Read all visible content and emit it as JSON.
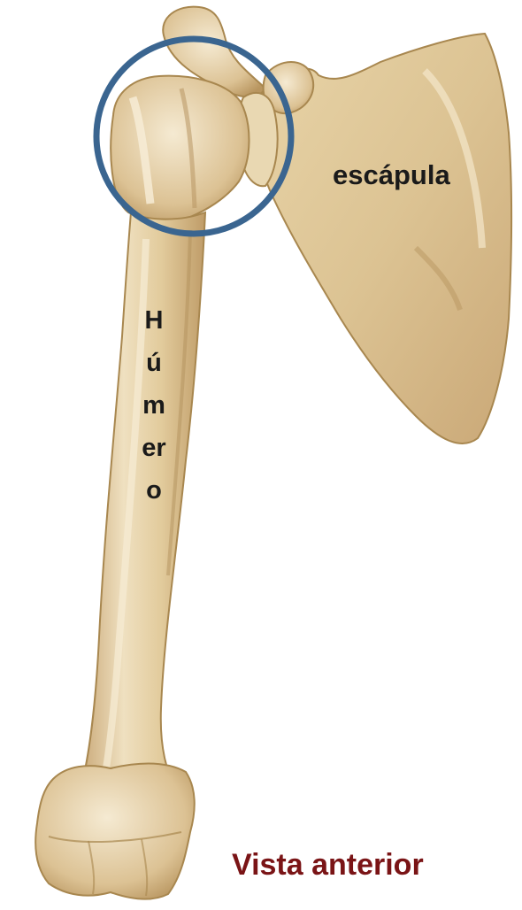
{
  "labels": {
    "scapula": "escápula",
    "humerus": "Húmero",
    "view": "Vista anterior"
  },
  "colors": {
    "bone_base": "#e6d3ab",
    "bone_shadow": "#c4a372",
    "bone_highlight": "#f6ecd6",
    "circle_stroke": "#3a6590",
    "label_text": "#1a1a1a",
    "view_label": "#7a1416"
  }
}
